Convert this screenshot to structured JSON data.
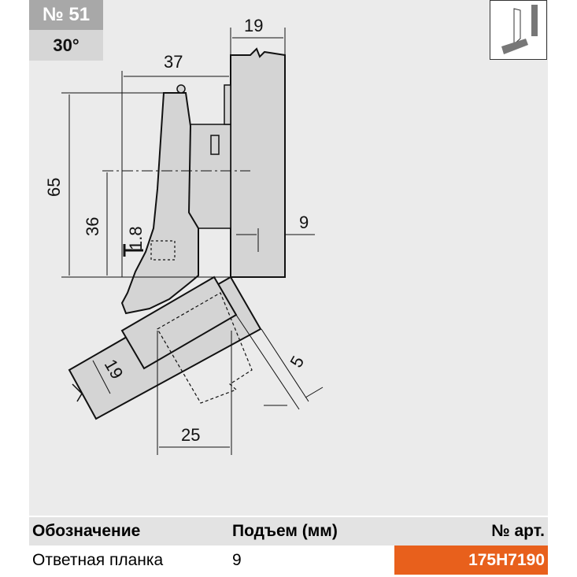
{
  "badge": {
    "number": "№ 51",
    "angle": "30°"
  },
  "dimensions": {
    "panel_thickness": "19",
    "offset": "37",
    "height": "65",
    "mid_height": "36",
    "gap": "1.8",
    "overlay": "9",
    "door_thickness": "19",
    "cup_offset": "5",
    "cup_distance": "25"
  },
  "table": {
    "headers": [
      "Обозначение",
      "Подъем (мм)",
      "№ арт."
    ],
    "rows": [
      {
        "designation": "Ответная планка",
        "lift": "9",
        "article": "175H7190"
      }
    ]
  },
  "colors": {
    "accent": "#e8601c",
    "panel": "#d4d4d4"
  }
}
